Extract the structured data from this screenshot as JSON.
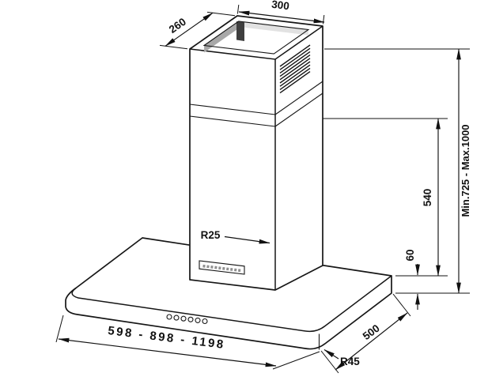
{
  "colors": {
    "ink": "#161616",
    "paper": "#ffffff",
    "flue_shade_dark": "#3f3f3f",
    "flue_shade_mid": "#a8a8a8",
    "flue_shade_light": "#e2e2e2"
  },
  "drawing": {
    "labels": {
      "chimney_depth": "260",
      "chimney_width": "300",
      "overall_height_range": "Min.725 - Max.1000",
      "chimney_height": "540",
      "body_height": "60",
      "body_depth": "500",
      "body_widths": "598 - 898 - 1198",
      "chimney_corner_radius": "R25",
      "body_corner_radius": "R45"
    }
  }
}
